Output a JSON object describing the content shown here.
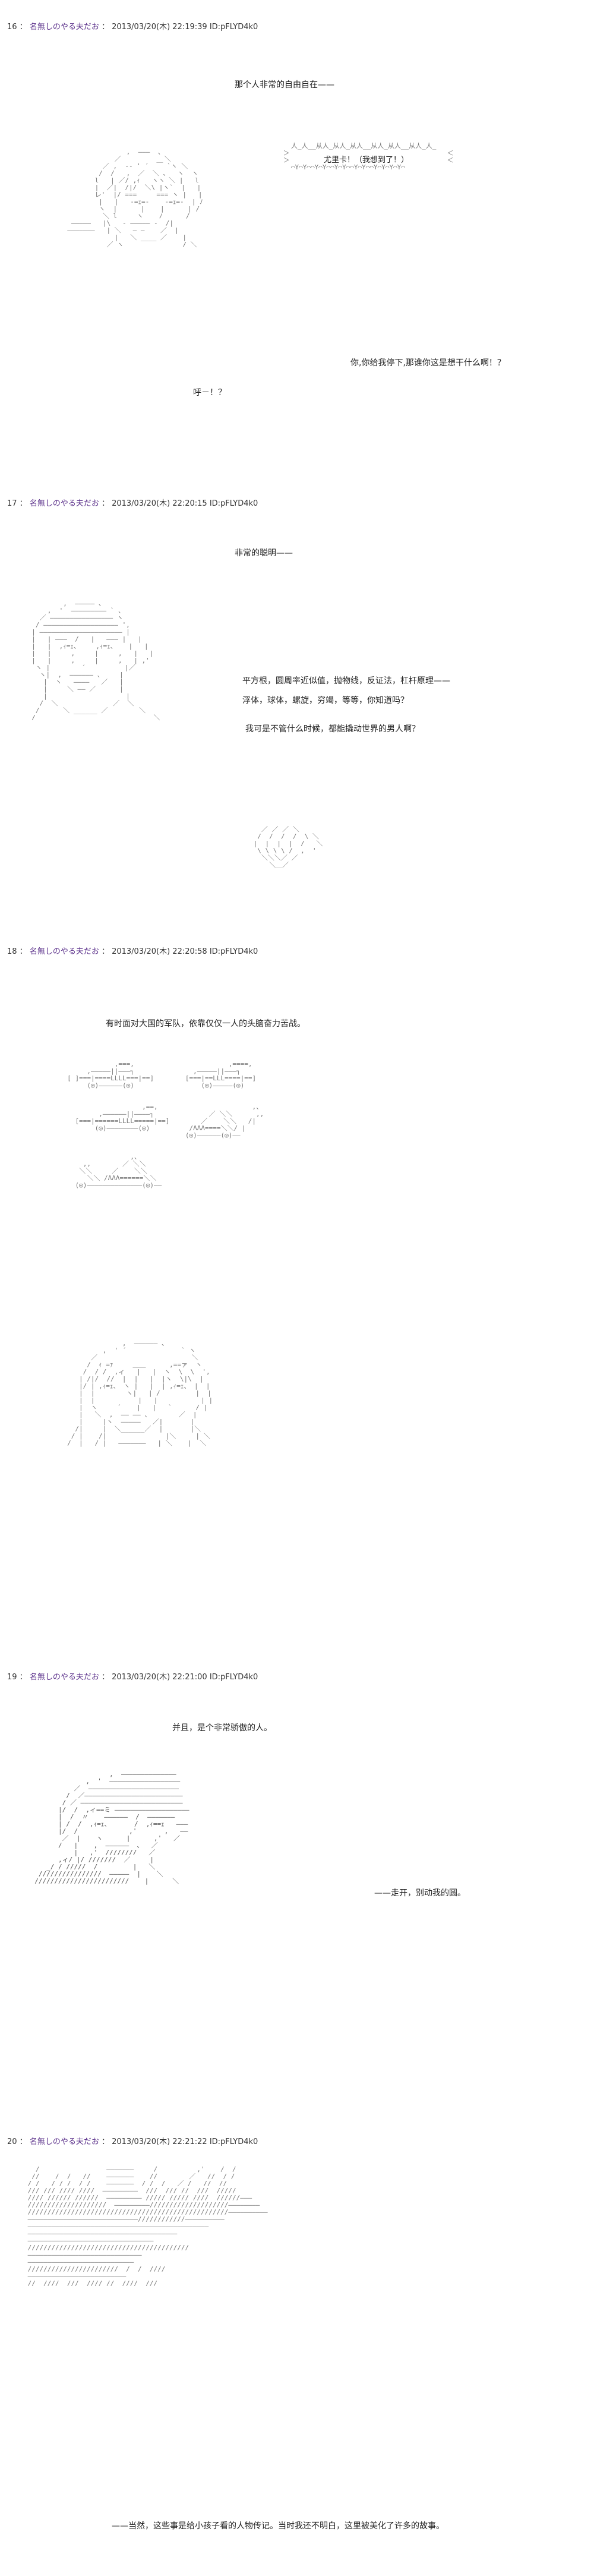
{
  "posts": [
    {
      "number": "16",
      "name": "名無しのやる夫だお",
      "datetime": "2013/03/20(木) 22:19:39",
      "id": "ID:pFLYD4k0",
      "lines": [
        "那个人非常的自由自在——",
        "尤里卡！（我想到了！）",
        "你,你给我停下,那谁你这是想干什么啊！？",
        "呼－！？"
      ]
    },
    {
      "number": "17",
      "name": "名無しのやる夫だお",
      "datetime": "2013/03/20(木) 22:20:15",
      "id": "ID:pFLYD4k0",
      "lines": [
        "非常的聪明——",
        "平方根，圆周率近似值，抛物线，反证法，杠杆原理——",
        "浮体，球体，螺旋，穷竭，等等，你知道吗？",
        "我可是不管什么时候，都能撬动世界的男人啊？"
      ]
    },
    {
      "number": "18",
      "name": "名無しのやる夫だお",
      "datetime": "2013/03/20(木) 22:20:58",
      "id": "ID:pFLYD4k0",
      "lines": [
        "有时面对大国的军队，依靠仅仅一人的头脑奋力苦战。"
      ]
    },
    {
      "number": "19",
      "name": "名無しのやる夫だお",
      "datetime": "2013/03/20(木) 22:21:00",
      "id": "ID:pFLYD4k0",
      "lines": [
        "并且，是个非常骄傲的人。",
        "——走开，别动我的圆。"
      ]
    },
    {
      "number": "20",
      "name": "名無しのやる夫だお",
      "datetime": "2013/03/20(木) 22:21:22",
      "id": "ID:pFLYD4k0",
      "lines": [
        "——当然，这些事是给小孩子看的人物传记。当时我还不明白，这里被美化了许多的故事。"
      ]
    }
  ]
}
